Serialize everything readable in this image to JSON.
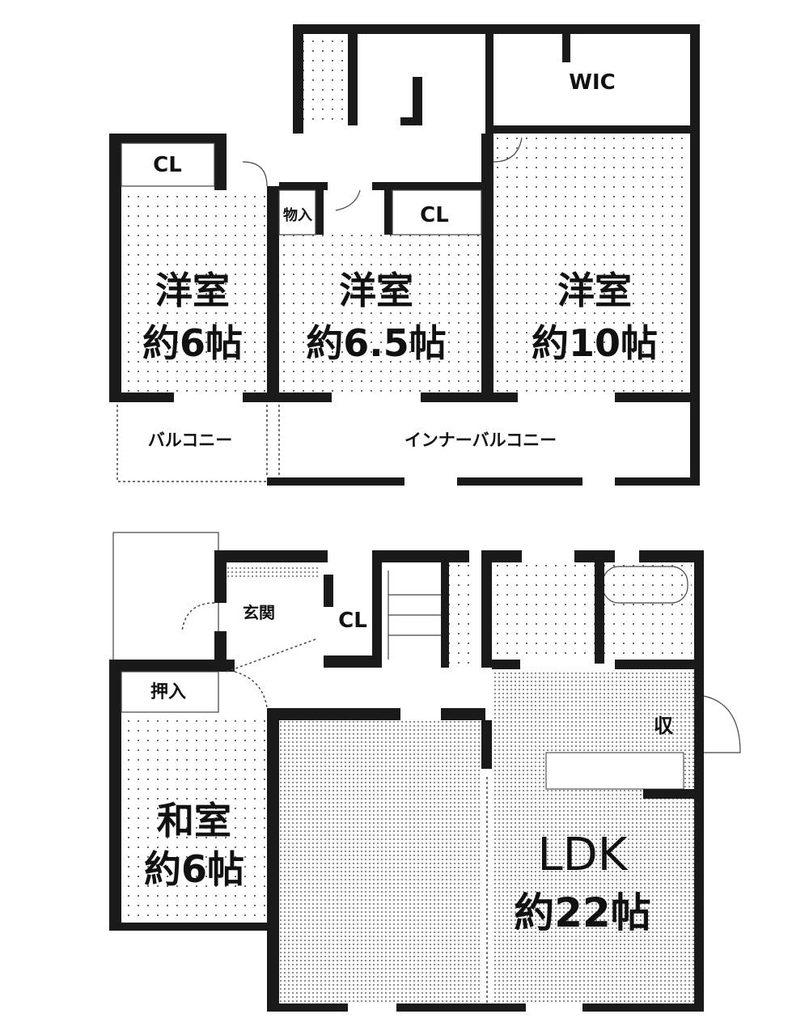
{
  "upper_floor": {
    "closet_left": "CL",
    "storage": "物入",
    "closet_mid": "CL",
    "walk_in_closet": "WIC",
    "room1": {
      "name": "洋室",
      "size": "約6帖"
    },
    "room2": {
      "name": "洋室",
      "size": "約6.5帖"
    },
    "room3": {
      "name": "洋室",
      "size": "約10帖"
    },
    "balcony": "バルコニー",
    "inner_balcony": "インナーバルコニー"
  },
  "lower_floor": {
    "entrance": "玄関",
    "closet": "CL",
    "oshiire": "押入",
    "storage": "収",
    "washitsu": {
      "name": "和室",
      "size": "約6帖"
    },
    "ldk": {
      "name": "LDK",
      "size": "約22帖"
    }
  },
  "colors": {
    "wall": "#1a1a1a",
    "floor_dots": "#555555"
  }
}
